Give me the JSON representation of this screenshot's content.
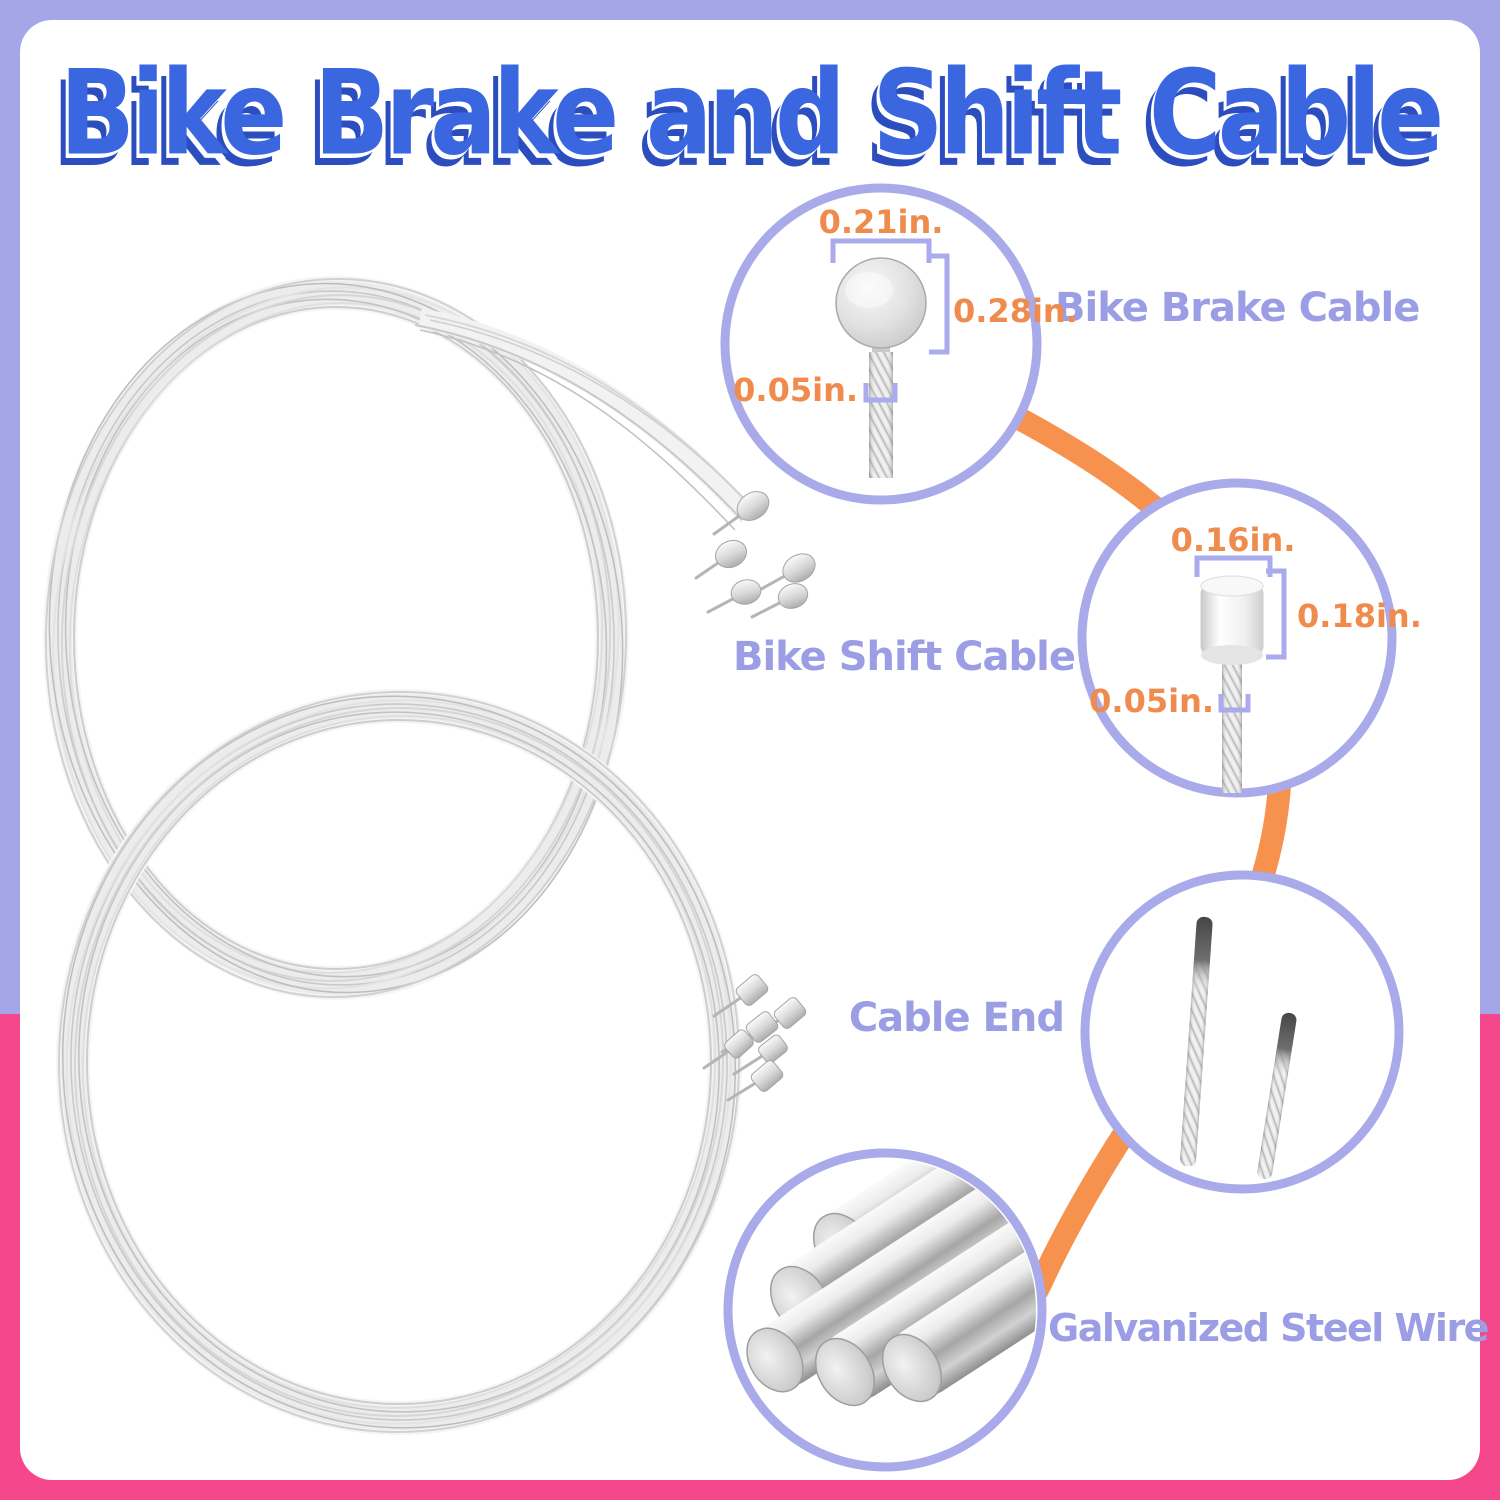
{
  "title": "Bike Brake and Shift Cable",
  "callouts": [
    {
      "label": "Bike Brake Cable",
      "illustration": "brake-cable-head",
      "measurements": {
        "head_width": "0.21in.",
        "head_height": "0.28in.",
        "wire_diameter": "0.05in."
      }
    },
    {
      "label": "Bike Shift Cable",
      "illustration": "shift-cable-head",
      "measurements": {
        "head_width": "0.16in.",
        "head_height": "0.18in.",
        "wire_diameter": "0.05in."
      }
    },
    {
      "label": "Cable End",
      "illustration": "frayed-cable-ends"
    },
    {
      "label": "Galvanized Steel Wire",
      "illustration": "steel-wire-rods"
    }
  ],
  "colors": {
    "frame_top": "#A4A6E8",
    "frame_bottom": "#F4478C",
    "connector_arc": "#F6914E",
    "callout_circle_border": "#A9AAEA",
    "label_text": "#9B9EE4",
    "dimension_text": "#EF8B4D",
    "title_fill": "#3A66E0",
    "title_shadow": "#2B4DBE"
  }
}
